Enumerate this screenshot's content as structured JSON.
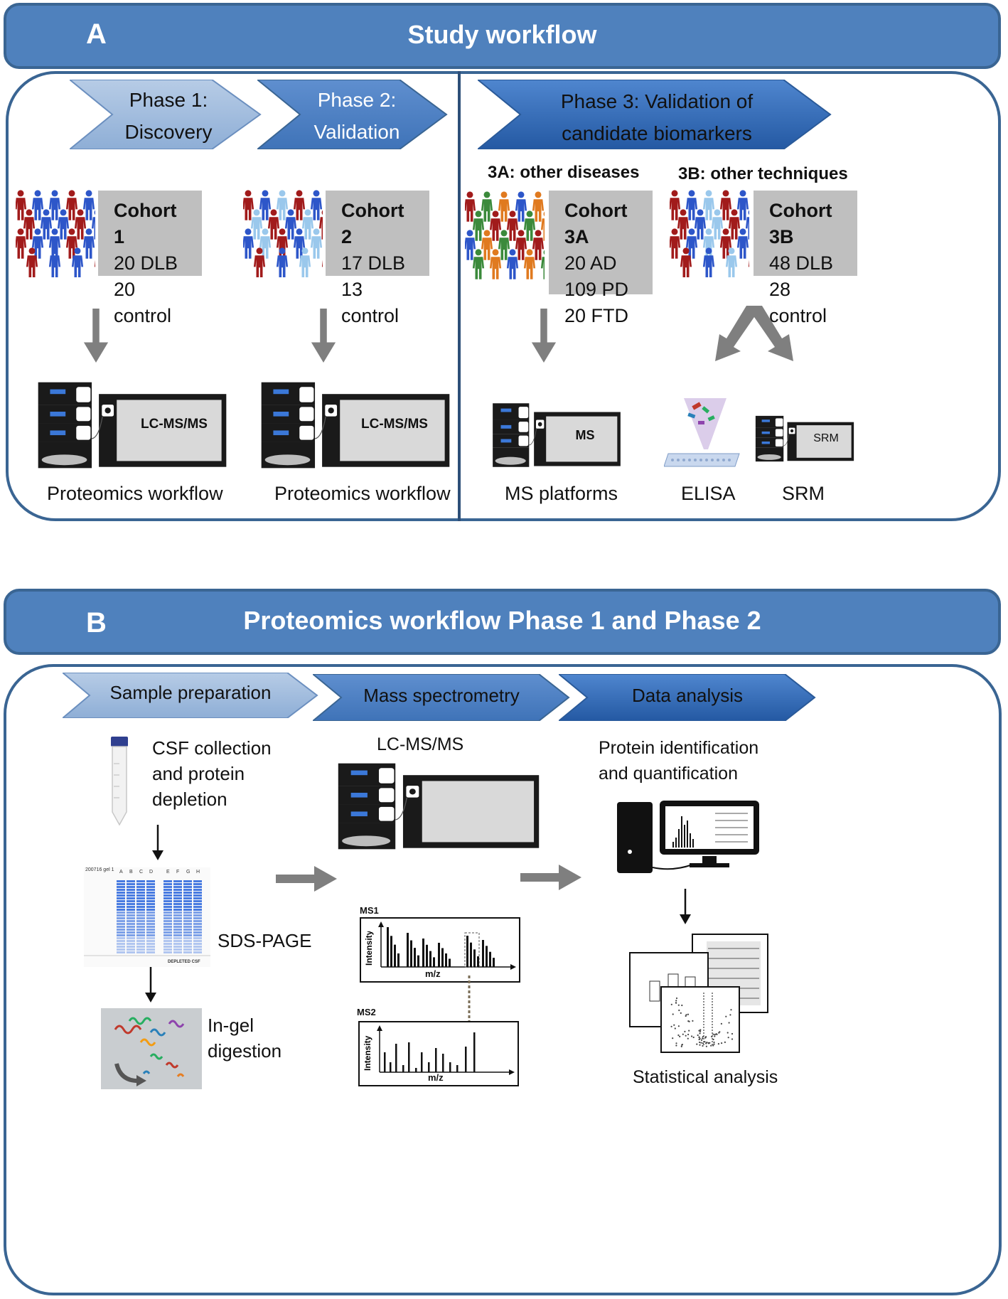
{
  "panel_a": {
    "letter": "A",
    "title": "Study workflow",
    "phase1": {
      "line1": "Phase 1:",
      "line2": "Discovery"
    },
    "phase2": {
      "line1": "Phase 2:",
      "line2": "Validation"
    },
    "phase3": {
      "line1": "Phase 3: Validation of",
      "line2": "candidate biomarkers"
    },
    "sub3a": "3A: other diseases",
    "sub3b": "3B: other techniques",
    "cohort1": {
      "name": "Cohort 1",
      "l1": "20 DLB",
      "l2": "20 control"
    },
    "cohort2": {
      "name": "Cohort 2",
      "l1": "17 DLB",
      "l2": "13 control"
    },
    "cohort3a": {
      "name": "Cohort 3A",
      "l1": "20 AD",
      "l2": "109 PD",
      "l3": "20 FTD"
    },
    "cohort3b": {
      "name": "Cohort 3B",
      "l1": "48 DLB",
      "l2": "28 control"
    },
    "instrument_lcms": "LC-MS/MS",
    "instrument_ms": "MS",
    "instrument_srm": "SRM",
    "cap_proteomics1": "Proteomics workflow",
    "cap_proteomics2": "Proteomics workflow",
    "cap_ms_platforms": "MS platforms",
    "cap_elisa": "ELISA",
    "cap_srm": "SRM"
  },
  "panel_b": {
    "letter": "B",
    "title": "Proteomics workflow Phase 1 and Phase 2",
    "step1": "Sample preparation",
    "step2": "Mass spectrometry",
    "step3": "Data analysis",
    "csf_l1": "CSF collection",
    "csf_l2": "and protein",
    "csf_l3": "depletion",
    "sds_page": "SDS-PAGE",
    "ingel_l1": "In-gel",
    "ingel_l2": "digestion",
    "lcms_label": "LC-MS/MS",
    "ms1": "MS1",
    "ms2": "MS2",
    "intensity": "Intensity",
    "mz": "m/z",
    "protid_l1": "Protein identification",
    "protid_l2": "and quantification",
    "stat": "Statistical analysis",
    "gel_header": "200716 gel 1",
    "gel_lanes": [
      "A",
      "B",
      "C",
      "D",
      "E",
      "F",
      "G",
      "H"
    ],
    "gel_footer": "DEPLETED CSF"
  },
  "colors": {
    "banner": "#4f81bd",
    "chevron_light": "#95b3d7",
    "chevron_mid": "#4f81bd",
    "chevron_dark": "#2e6ab1",
    "cohort_box": "#bfbfbf",
    "arrow_gray": "#7f7f7f",
    "people_red": "#a11b1b",
    "people_blue": "#2d56c9",
    "people_light_blue": "#9ac8ec",
    "people_green": "#3b8a3b",
    "people_orange": "#e07a1f"
  }
}
